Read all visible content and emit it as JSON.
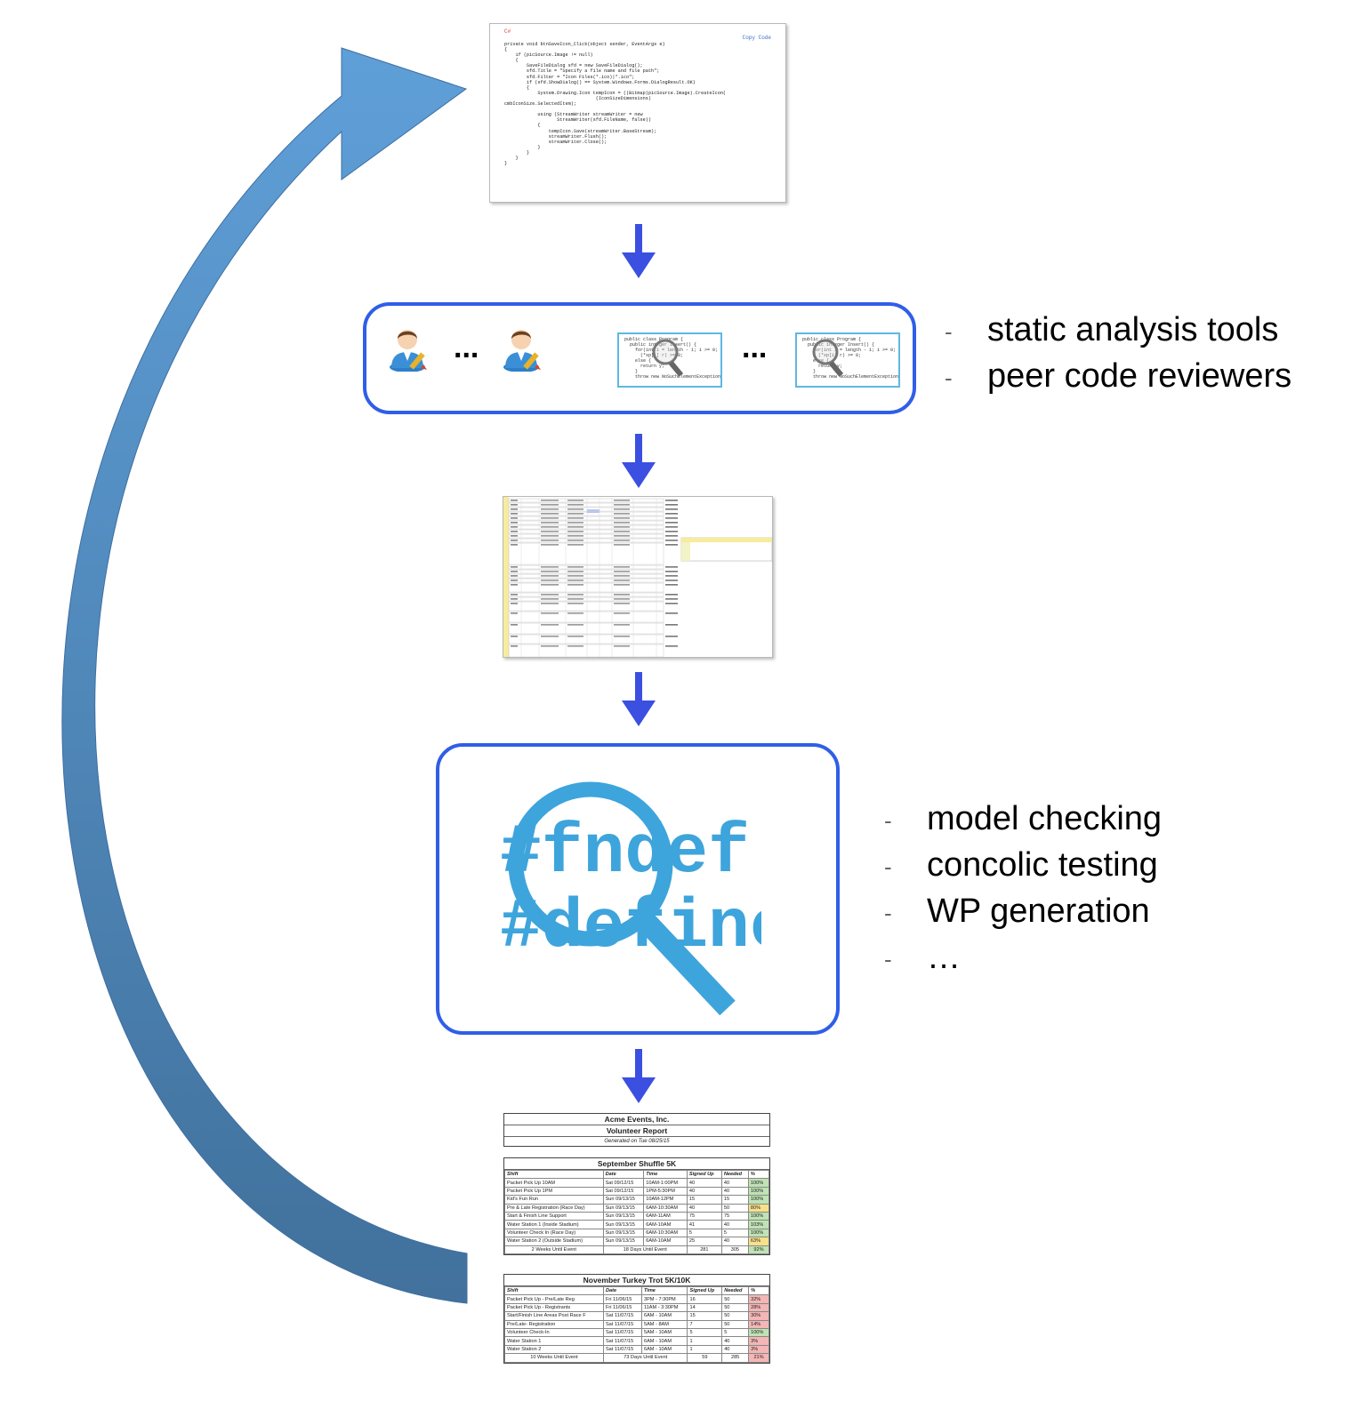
{
  "code_screenshot": {
    "language_tag": "C#",
    "copy_label": "Copy Code",
    "lines": [
      "private void btnSaveIcon_Click(object sender, EventArgs e)",
      "{",
      "    if (picSource.Image != null)",
      "    {",
      "        SaveFileDialog sfd = new SaveFileDialog();",
      "        sfd.Title = \"Specify a file name and file path\";",
      "        sfd.Filter = \"Icon Files(*.ico)|*.ico\";",
      "        if (sfd.ShowDialog() == System.Windows.Forms.DialogResult.OK)",
      "        {",
      "            System.Drawing.Icon tempIcon = ((Bitmap)picSource.Image).CreateIcon(",
      "                                 (IconSizeDimensions)",
      "cmbIconSize.SelectedItem);",
      "",
      "            using (StreamWriter streamWriter = new",
      "                   StreamWriter(sfd.FileName, false))",
      "            {",
      "                tempIcon.Save(streamWriter.BaseStream);",
      "                streamWriter.Flush();",
      "                streamWriter.Close();",
      "            }",
      "        }",
      "    }",
      "}"
    ]
  },
  "review_stage": {
    "ellipsis_left": "...",
    "ellipsis_right": "...",
    "code_card_lines": [
      "public class Program {",
      "  public integer Insert() {",
      "    for(int i = length - 1; i >= 0;",
      "      (*xp[i] r) >= 0;",
      "    else {",
      "      return y;",
      "    }",
      "    throw new NoSuchElementException();"
    ],
    "bullets": [
      "static analysis tools",
      "peer code reviewers"
    ]
  },
  "verification_stage": {
    "logo_line1": "#fndef",
    "logo_line2": "#define",
    "bullets": [
      "model checking",
      "concolic testing",
      "WP generation",
      "…"
    ]
  },
  "report": {
    "company": "Acme Events, Inc.",
    "title": "Volunteer Report",
    "generated": "Generated on Tue 08/25/15",
    "columns": [
      "Shift",
      "Date",
      "Time",
      "Signed Up",
      "Needed",
      "%"
    ],
    "events": [
      {
        "name": "September Shuffle 5K",
        "rows": [
          [
            "Packet Pick Up 10AM",
            "Sat 09/12/15",
            "10AM-1:00PM",
            "40",
            "40",
            "100%"
          ],
          [
            "Packet Pick Up 1PM",
            "Sat 09/12/15",
            "1PM-5:30PM",
            "40",
            "40",
            "100%"
          ],
          [
            "Kid's Fun Run",
            "Sun 09/13/15",
            "10AM-12PM",
            "15",
            "15",
            "100%"
          ],
          [
            "Pre & Late Registration (Race Day)",
            "Sun 09/13/15",
            "6AM-10:30AM",
            "40",
            "50",
            "80%"
          ],
          [
            "Start & Finish Line Support",
            "Sun 09/13/15",
            "6AM-11AM",
            "75",
            "75",
            "100%"
          ],
          [
            "Water Station 1 (Inside Stadium)",
            "Sun 09/13/15",
            "6AM-10AM",
            "41",
            "40",
            "103%"
          ],
          [
            "Volunteer Check In (Race Day)",
            "Sun 09/13/15",
            "6AM-10:30AM",
            "5",
            "5",
            "100%"
          ],
          [
            "Water Station 2 (Outside Stadium)",
            "Sun 09/13/15",
            "6AM-10AM",
            "25",
            "40",
            "63%"
          ]
        ],
        "footer": [
          "2 Weeks Until Event",
          "18 Days Until Event",
          "281",
          "305",
          "92%"
        ],
        "pct_colors": [
          "#bfe3b4",
          "#bfe3b4",
          "#bfe3b4",
          "#f7e08a",
          "#bfe3b4",
          "#bfe3b4",
          "#bfe3b4",
          "#f7e08a"
        ],
        "footer_color": "#bfe3b4"
      },
      {
        "name": "November Turkey Trot 5K/10K",
        "rows": [
          [
            "Packet Pick Up - Pre/Late Reg",
            "Fri 11/06/15",
            "3PM - 7:30PM",
            "16",
            "50",
            "32%"
          ],
          [
            "Packet Pick Up - Registrants",
            "Fri 11/06/15",
            "11AM - 3:30PM",
            "14",
            "50",
            "28%"
          ],
          [
            "Start/Finish Line Areas Post Race F",
            "Sat 11/07/15",
            "6AM - 10AM",
            "15",
            "50",
            "30%"
          ],
          [
            "Pre/Late- Registration",
            "Sat 11/07/15",
            "5AM - 8AM",
            "7",
            "50",
            "14%"
          ],
          [
            "Volunteer Check-In",
            "Sat 11/07/15",
            "5AM - 10AM",
            "5",
            "5",
            "100%"
          ],
          [
            "Water Station 1",
            "Sat 11/07/15",
            "6AM - 10AM",
            "1",
            "40",
            "3%"
          ],
          [
            "Water Station 2",
            "Sat 11/07/15",
            "6AM - 10AM",
            "1",
            "40",
            "3%"
          ]
        ],
        "footer": [
          "10 Weeks Until Event",
          "73 Days Until Event",
          "59",
          "285",
          "21%"
        ],
        "pct_colors": [
          "#f4b6b6",
          "#f4b6b6",
          "#f4b6b6",
          "#f4b6b6",
          "#bfe3b4",
          "#f4b6b6",
          "#f4b6b6"
        ],
        "footer_color": "#f4b6b6"
      }
    ]
  },
  "colors": {
    "flow_arrow": "#3b4fe0",
    "box_border": "#2f5ee8",
    "logo_blue": "#3ea4dc",
    "loop_arrow_top": "#5b9bd5",
    "loop_arrow_bottom": "#41719c"
  }
}
